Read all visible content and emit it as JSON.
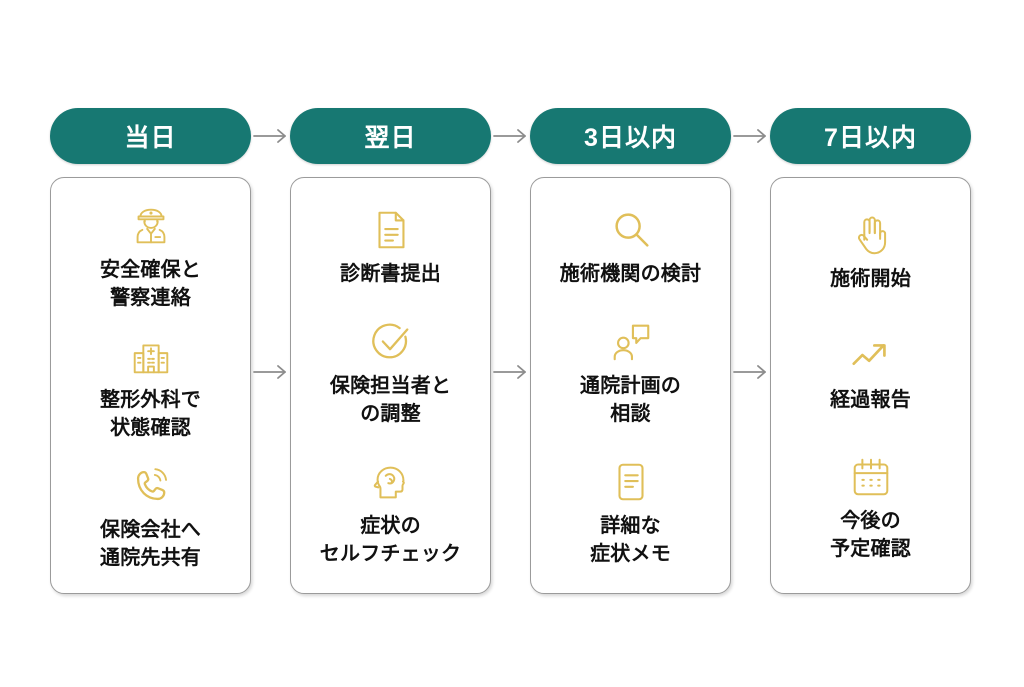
{
  "theme": {
    "pill_color": "#177872",
    "pill_text_color": "#ffffff",
    "icon_color": "#e0bf59",
    "card_border_color": "#9b9b9b",
    "arrow_color": "#8c8c8c",
    "label_color": "#111111",
    "background": "#ffffff"
  },
  "diagram": {
    "type": "timeline-flow",
    "columns": [
      {
        "id": "col-1",
        "pill_label": "当日",
        "items": [
          {
            "icon": "police-officer-icon",
            "label": "安全確保と\n警察連絡"
          },
          {
            "icon": "hospital-icon",
            "label": "整形外科で\n状態確認"
          },
          {
            "icon": "phone-call-icon",
            "label": "保険会社へ\n通院先共有"
          }
        ]
      },
      {
        "id": "col-2",
        "pill_label": "翌日",
        "items": [
          {
            "icon": "document-icon",
            "label": "診断書提出"
          },
          {
            "icon": "check-circle-icon",
            "label": "保険担当者と\nの調整"
          },
          {
            "icon": "head-brain-icon",
            "label": "症状の\nセルフチェック"
          }
        ]
      },
      {
        "id": "col-3",
        "pill_label": "3日以内",
        "items": [
          {
            "icon": "magnifier-icon",
            "label": "施術機関の検討"
          },
          {
            "icon": "person-chat-icon",
            "label": "通院計画の\n相談"
          },
          {
            "icon": "note-lines-icon",
            "label": "詳細な\n症状メモ"
          }
        ]
      },
      {
        "id": "col-4",
        "pill_label": "7日以内",
        "items": [
          {
            "icon": "hand-palm-icon",
            "label": "施術開始"
          },
          {
            "icon": "trend-up-arrow-icon",
            "label": "経過報告"
          },
          {
            "icon": "calendar-icon",
            "label": "今後の\n予定確認"
          }
        ]
      }
    ],
    "connectors": [
      {
        "id": "connector-1-2",
        "icon": "arrow-right-icon"
      },
      {
        "id": "connector-2-3",
        "icon": "arrow-right-icon"
      },
      {
        "id": "connector-3-4",
        "icon": "arrow-right-icon"
      }
    ]
  }
}
